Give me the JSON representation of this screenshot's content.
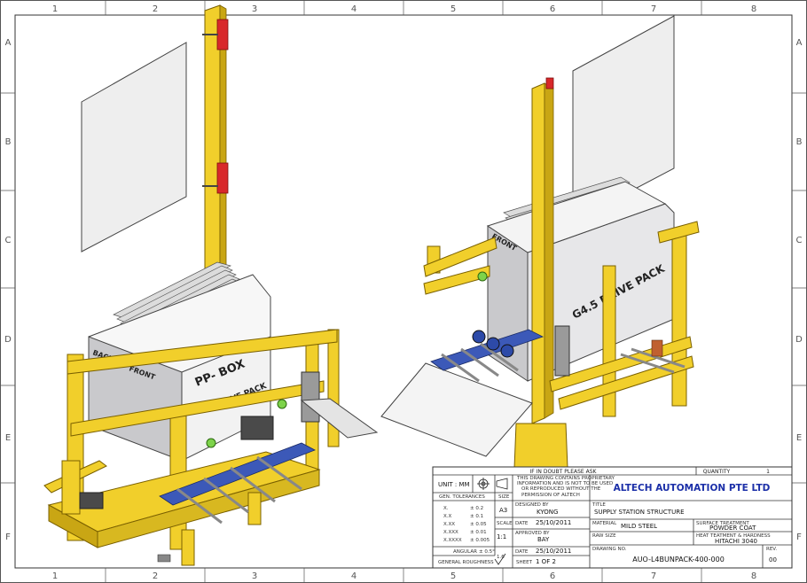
{
  "zones": {
    "columns": [
      "1",
      "2",
      "3",
      "4",
      "5",
      "6",
      "7",
      "8"
    ],
    "rows": [
      "A",
      "B",
      "C",
      "D",
      "E",
      "F"
    ]
  },
  "model_left": {
    "box_label": "PP- BOX",
    "back_label": "BACK",
    "front_label": "FRONT",
    "pack_label": "DRIVE PACK"
  },
  "model_right": {
    "front_label": "FRONT",
    "pack_label": "G4.5 DRIVE PACK"
  },
  "title_block": {
    "header_note": "IF IN DOUBT PLEASE ASK",
    "quantity_label": "QUANTITY",
    "quantity_value": "1",
    "unit": "UNIT : MM",
    "prop_note_1": "THIS DRAWING CONTAINS PROPRIETARY",
    "prop_note_2": "INFORMATION AND IS NOT TO BE USED",
    "prop_note_3": "OR REPRODUCED WITHOUT THE",
    "prop_note_4": "PERMISSION OF ALTECH",
    "company": "ALTECH AUTOMATION PTE LTD",
    "gen_tol_label": "GEN. TOLERANCES",
    "size_label": "SIZE",
    "size_value": "A3",
    "tolerances": [
      {
        "k": "X.",
        "v": "± 0.2"
      },
      {
        "k": "X.X",
        "v": "± 0.1"
      },
      {
        "k": "X.XX",
        "v": "± 0.05"
      },
      {
        "k": "X.XXX",
        "v": "± 0.01"
      },
      {
        "k": "X.XXXX",
        "v": "± 0.005"
      }
    ],
    "scale_label": "SCALE",
    "scale_value": "1:1",
    "designed_by_label": "DESIGNED BY",
    "designed_by": "KYONG",
    "date_label": "DATE",
    "date1": "25/10/2011",
    "approved_by_label": "APPROVED BY",
    "approved_by": "BAY",
    "date2": "25/10/2011",
    "angular_label": "ANGULAR",
    "angular_value": "± 0.5°",
    "roughness_label": "GENERAL ROUGHNESS",
    "roughness_value": "1.6",
    "sheet_label": "SHEET",
    "sheet_value": "1 OF 2",
    "title_label": "TITLE",
    "title_value": "SUPPLY STATION STRUCTURE",
    "material_label": "MATERIAL",
    "material_value": "MILD STEEL",
    "surface_label": "SURFACE TREATMENT",
    "surface_value": "POWDER COAT",
    "rawsize_label": "RAW SIZE",
    "heat_label": "HEAT TEATMENT & HARDNESS",
    "heat_value": "HITACHI 3040",
    "drawing_no_label": "DRAWING NO.",
    "drawing_no": "AUO-L4BUNPACK-400-000",
    "rev_label": "REV.",
    "rev_value": "00"
  },
  "colors": {
    "frame_yellow": "#f1cf2b",
    "frame_edge": "#8a6d00",
    "box_white": "#f7f7f7",
    "box_grey": "#c9c9cc",
    "glass": "#eeeeee",
    "roller_blue": "#3c59b8",
    "red_bracket": "#d8282a",
    "company_blue": "#1b2fa8"
  }
}
